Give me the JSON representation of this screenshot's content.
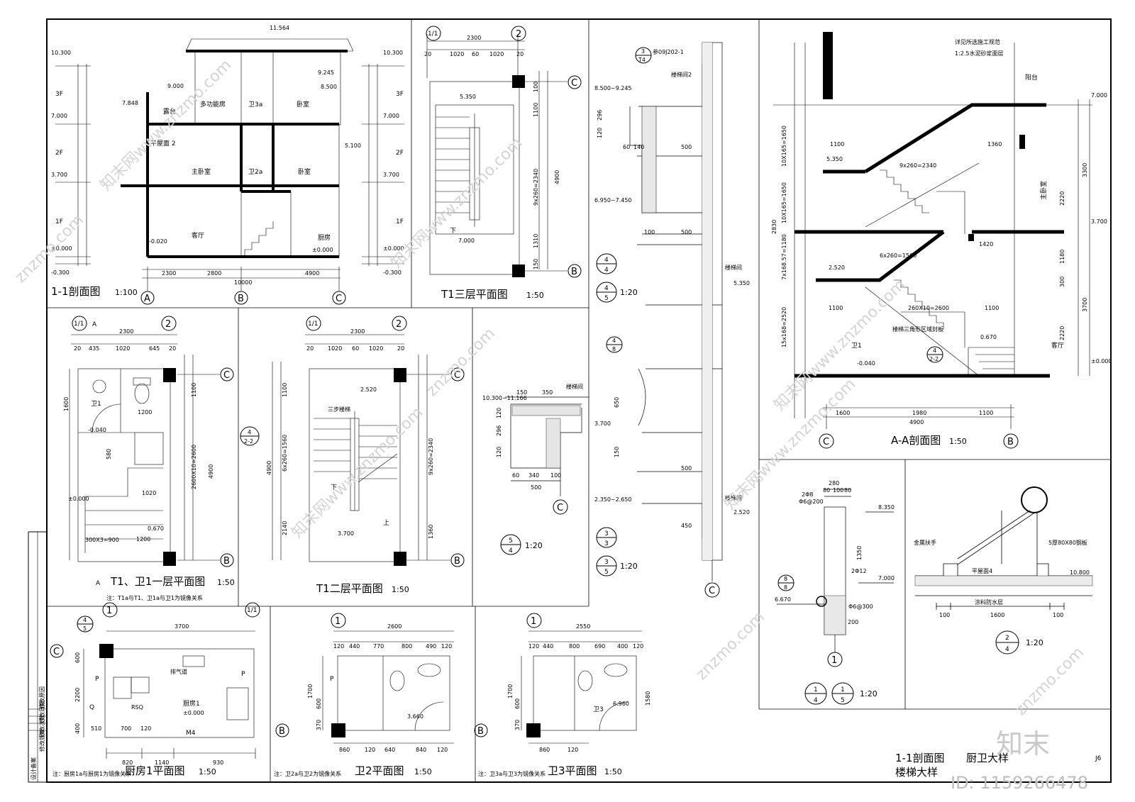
{
  "titles": {
    "s11": "1-1剖面图",
    "s11_scale": "1:100",
    "t3": "T1三层平面图",
    "t3_scale": "1:50",
    "t1": "T1、卫1一层平面图",
    "t1_scale": "1:50",
    "t2": "T1二层平面图",
    "t2_scale": "1:50",
    "aa": "A-A剖面图",
    "aa_scale": "1:50",
    "kit": "厨房1平面图",
    "kit_scale": "1:50",
    "w2": "卫2平面图",
    "w2_scale": "1:50",
    "w3": "卫3平面图",
    "w3_scale": "1:50"
  },
  "notes": {
    "t1": "注：T1a与T1、卫1a与卫1为镜像关系",
    "kit": "注：厨房1a与厨房1为镜像关系",
    "w2": "注：卫2a与卫2为镜像关系",
    "w3": "注：卫3a与卫3为镜像关系"
  },
  "section11": {
    "levels": [
      "10.300",
      "7.000",
      "3.700",
      "±0.000",
      "-0.300"
    ],
    "floors": [
      "3F",
      "2F",
      "1F"
    ],
    "rooms": [
      "多功能房",
      "卫3a",
      "卧室",
      "露台",
      "平屋面 2",
      "主卧室",
      "卫2a",
      "卧室",
      "客厅",
      "厨房"
    ],
    "marks": [
      "11.564",
      "9.000",
      "9.245",
      "8.500",
      "7.848",
      "5.100",
      "-0.020",
      "±0.000"
    ],
    "spans": [
      "2300",
      "2800",
      "4900"
    ],
    "total": "10000",
    "axes": [
      "A",
      "B",
      "C"
    ]
  },
  "plan3": {
    "axes": [
      "1/1",
      "2",
      "C",
      "B"
    ],
    "dims_top": [
      "2300",
      "20",
      "1020",
      "60",
      "1020",
      "20"
    ],
    "levels": [
      "5.350",
      "7.000"
    ],
    "dims_side": [
      "100",
      "1100",
      "9x260=2340",
      "1310",
      "150",
      "4900"
    ],
    "down": "下"
  },
  "detail44": {
    "bubble_a": [
      "4",
      "4"
    ],
    "bubble_b": [
      "4",
      "5"
    ],
    "scale": "1:20",
    "ref": [
      "3",
      "T4"
    ],
    "ref_code": "参09J202-1",
    "levels": [
      "8.500~9.245",
      "6.950~7.450",
      "3.700",
      "2.350~2.650",
      "5.350",
      "2.520"
    ],
    "dims": [
      "500",
      "100",
      "60",
      "140",
      "450",
      "650",
      "296",
      "120",
      "150"
    ],
    "labels": [
      "楼梯间",
      "楼梯间2",
      "楼梯间"
    ],
    "bubble_c": [
      "3",
      "3"
    ],
    "bubble_d": [
      "3",
      "5"
    ],
    "scale2": "1:20",
    "ref2": [
      "4",
      "8"
    ],
    "axis": "C"
  },
  "sectionAA": {
    "levels": [
      "7.000",
      "5.350",
      "3.700",
      "2.520",
      "0.670",
      "-0.040",
      "±0.000"
    ],
    "notes_top": [
      "详见所选施工规范",
      "1:2.5水泥砂浆面层"
    ],
    "rooms": [
      "阳台",
      "主卧室",
      "卫1",
      "客厅"
    ],
    "stair": [
      "9x260=2340",
      "6x260=1560",
      "260X10=2600",
      "楼梯三角形区域封板"
    ],
    "dims": [
      "1100",
      "1360",
      "1420",
      "1100",
      "1100",
      "1600",
      "1980",
      "1100",
      "4900"
    ],
    "side": [
      "10X165=1650",
      "10X165=1650",
      "7x168.57=1180",
      "15x168=2520",
      "2830",
      "3300",
      "2220",
      "1180",
      "300",
      "3700",
      "2220"
    ],
    "axes": [
      "C",
      "B"
    ],
    "ref": [
      "4",
      "2-2"
    ]
  },
  "plan1": {
    "axes": [
      "1/1",
      "2",
      "C",
      "B",
      "A"
    ],
    "dims_top": [
      "2300",
      "20",
      "435",
      "1020",
      "645",
      "20"
    ],
    "rooms": [
      "卫1"
    ],
    "levels": [
      "-0.040",
      "±0.000",
      "0.670"
    ],
    "dims": [
      "1200",
      "580",
      "1020",
      "1200",
      "300X3=900",
      "1600",
      "1100",
      "2600X10=2600",
      "4900"
    ]
  },
  "plan2": {
    "axes": [
      "1/1",
      "2",
      "C",
      "B"
    ],
    "dims_top": [
      "2300",
      "20",
      "1020",
      "60",
      "1020",
      "20"
    ],
    "levels": [
      "2.520",
      "3.700"
    ],
    "dims": [
      "1100",
      "6x260=1560",
      "2140",
      "9x260=2340",
      "1360",
      "4900"
    ],
    "labels": [
      "三步楼梯",
      "下",
      "上"
    ],
    "ref": [
      "4",
      "2-2"
    ]
  },
  "detail54": {
    "bubble": [
      "5",
      "4"
    ],
    "scale": "1:20",
    "level": "10.300~11.166",
    "dims": [
      "150",
      "350",
      "120",
      "296",
      "120",
      "60",
      "340",
      "100",
      "500"
    ],
    "label": "楼梯间",
    "axis": "C"
  },
  "detail14": {
    "bubble_a": [
      "1",
      "4"
    ],
    "bubble_b": [
      "1",
      "5"
    ],
    "scale": "1:20",
    "dims": [
      "280",
      "80",
      "100",
      "80",
      "1350",
      "200"
    ],
    "levels": [
      "8.350",
      "7.000",
      "6.670"
    ],
    "labels": [
      "2Φ8",
      "Φ6@200",
      "2Φ12",
      "Φ6@300"
    ],
    "ref": [
      "8",
      "8"
    ],
    "axis": "1"
  },
  "detail24": {
    "bubble": [
      "2",
      "4"
    ],
    "scale": "1:20",
    "labels": [
      "金属扶手",
      "5厚80X80钢板",
      "平屋面4",
      "涂料防水层"
    ],
    "level": "10.800",
    "dims": [
      "100",
      "1600",
      "100"
    ]
  },
  "kitchen": {
    "axes": [
      "1",
      "1/1",
      "C"
    ],
    "ref": [
      "4",
      "5"
    ],
    "width": "3700",
    "rooms": [
      "厨房1"
    ],
    "level": "±0.000",
    "door": "M4",
    "dims": [
      "820",
      "1140",
      "930",
      "600",
      "2200",
      "400",
      "510",
      "700",
      "120"
    ],
    "labels": [
      "P",
      "P",
      "Q",
      "RSQ",
      "排气道"
    ]
  },
  "wc2": {
    "axes": [
      "1",
      "B"
    ],
    "width": "2600",
    "dims_top": [
      "120",
      "440",
      "770",
      "800",
      "490",
      "120"
    ],
    "dims_bot": [
      "860",
      "120",
      "640",
      "840",
      "120"
    ],
    "side": [
      "1700",
      "600",
      "370"
    ],
    "level": "3.660",
    "label": "P"
  },
  "wc3": {
    "axes": [
      "1",
      "B"
    ],
    "width": "2550",
    "dims_top": [
      "120",
      "440",
      "800",
      "690",
      "400",
      "120"
    ],
    "dims_bot": [
      "860",
      "120"
    ],
    "side": [
      "1700",
      "600",
      "370",
      "1580"
    ],
    "level": "6.960",
    "rooms": [
      "卫3"
    ]
  },
  "titleblock": {
    "line1": "1-1剖面图",
    "line1b": "厨卫大样",
    "line2": "楼梯大样",
    "sheet": "J6"
  },
  "revisions": [
    "设计备案",
    "修改版本",
    "修改次数",
    "修改日期",
    "修改原因"
  ],
  "watermark": {
    "brand": "知末",
    "site": "znzmo.com",
    "id": "ID: 1159266478",
    "net": "知末网www.znzmo.com"
  }
}
